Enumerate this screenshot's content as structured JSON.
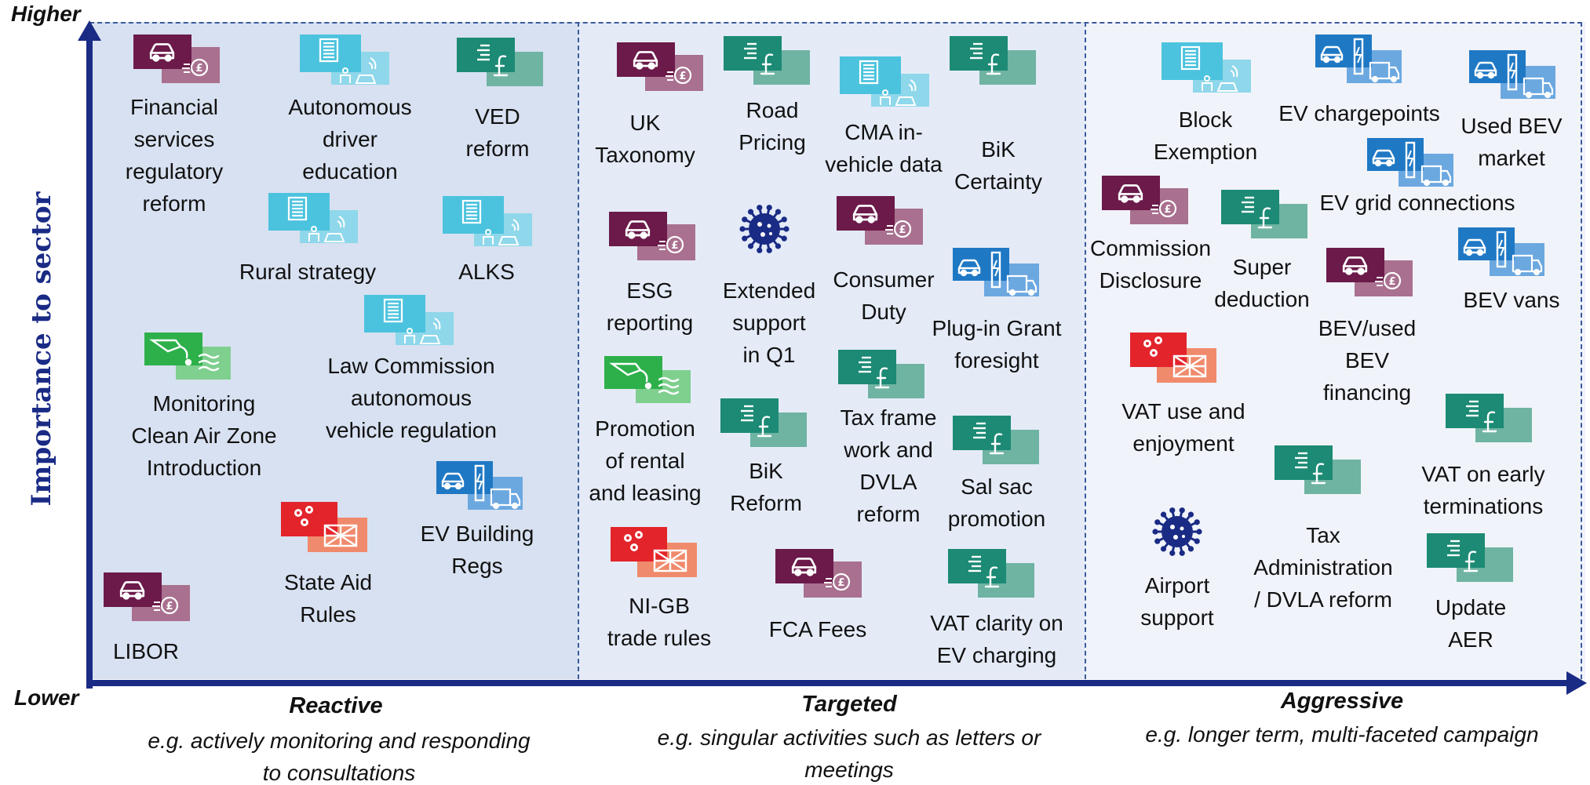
{
  "axes": {
    "y_title": "Importance to sector",
    "y_high": "Higher",
    "y_low": "Lower"
  },
  "categories": [
    {
      "title": "Reactive",
      "desc_l1": "e.g. actively monitoring and responding",
      "desc_l2": "to consultations"
    },
    {
      "title": "Targeted",
      "desc_l1": "e.g. singular activities such as letters or",
      "desc_l2": "meetings"
    },
    {
      "title": "Aggressive",
      "desc_l1": "e.g. longer term, multi-faceted campaign",
      "desc_l2": ""
    }
  ],
  "icon_colors": {
    "finance": [
      "#6b1a4a",
      "#a9708f"
    ],
    "document": [
      "#4cc3de",
      "#8fd7ea"
    ],
    "tax": [
      "#1c8a74",
      "#6fb3a3"
    ],
    "ev": [
      "#1f78c4",
      "#6ca8e0"
    ],
    "clean_air": [
      "#2db04a",
      "#7fcf8f"
    ],
    "trade": [
      "#e3242b",
      "#f08a6c"
    ],
    "virus": [
      "#1a2b85",
      "#1a2b85"
    ]
  },
  "items": {
    "financial_services": {
      "icon": "finance-car-icon",
      "lines": [
        "Financial",
        "services",
        "regulatory",
        "reform"
      ]
    },
    "autonomous_driver": {
      "icon": "document-car-icon",
      "lines": [
        "Autonomous",
        "driver",
        "education"
      ]
    },
    "ved_reform": {
      "icon": "tax-pound-icon",
      "lines": [
        "VED",
        "reform"
      ]
    },
    "rural_strategy": {
      "icon": "document-car-icon",
      "lines": [
        "Rural strategy"
      ]
    },
    "alks": {
      "icon": "document-car-icon",
      "lines": [
        "ALKS"
      ]
    },
    "law_commission": {
      "icon": "document-car-icon",
      "lines": [
        "Law Commission",
        "autonomous",
        "vehicle regulation"
      ]
    },
    "monitoring_caz": {
      "icon": "clean-air-icon",
      "lines": [
        "Monitoring",
        "Clean Air Zone",
        "Introduction"
      ]
    },
    "state_aid": {
      "icon": "trade-flag-icon",
      "lines": [
        "State Aid",
        "Rules"
      ]
    },
    "ev_building_regs": {
      "icon": "ev-charger-icon",
      "lines": [
        "EV Building",
        "Regs"
      ]
    },
    "libor": {
      "icon": "finance-car-icon",
      "lines": [
        "LIBOR"
      ]
    },
    "uk_taxonomy": {
      "icon": "finance-car-icon",
      "lines": [
        "UK",
        "Taxonomy"
      ]
    },
    "road_pricing": {
      "icon": "tax-pound-icon",
      "lines": [
        "Road",
        "Pricing"
      ]
    },
    "cma_data": {
      "icon": "document-car-icon",
      "lines": [
        "CMA in-",
        "vehicle data"
      ]
    },
    "bik_certainty": {
      "icon": "tax-pound-icon",
      "lines": [
        "BiK",
        "Certainty"
      ]
    },
    "esg_reporting": {
      "icon": "finance-car-icon",
      "lines": [
        "ESG",
        "reporting"
      ]
    },
    "extended_support": {
      "icon": "virus-icon",
      "lines": [
        "Extended",
        "support",
        "in Q1"
      ]
    },
    "consumer_duty": {
      "icon": "finance-car-icon",
      "lines": [
        "Consumer",
        "Duty"
      ]
    },
    "plugin_grant": {
      "icon": "ev-charger-icon",
      "lines": [
        "Plug-in Grant",
        "foresight"
      ]
    },
    "promotion_rental": {
      "icon": "clean-air-icon",
      "lines": [
        "Promotion",
        "of rental",
        "and leasing"
      ]
    },
    "bik_reform": {
      "icon": "tax-pound-icon",
      "lines": [
        "BiK",
        "Reform"
      ]
    },
    "tax_framework": {
      "icon": "tax-pound-icon",
      "lines": [
        "Tax frame",
        "work and",
        "DVLA",
        "reform"
      ]
    },
    "sal_sac": {
      "icon": "tax-pound-icon",
      "lines": [
        "Sal sac",
        "promotion"
      ]
    },
    "ni_gb": {
      "icon": "trade-flag-icon",
      "lines": [
        "NI-GB",
        "trade rules"
      ]
    },
    "fca_fees": {
      "icon": "finance-car-icon",
      "lines": [
        "FCA Fees"
      ]
    },
    "vat_clarity": {
      "icon": "tax-pound-icon",
      "lines": [
        "VAT clarity on",
        "EV charging"
      ]
    },
    "block_exemption": {
      "icon": "document-car-icon",
      "lines": [
        "Block",
        "Exemption"
      ]
    },
    "ev_chargepoints": {
      "icon": "ev-charger-icon",
      "lines": [
        "EV chargepoints"
      ]
    },
    "used_bev_market": {
      "icon": "ev-charger-icon",
      "lines": [
        "Used BEV",
        "market"
      ]
    },
    "ev_grid": {
      "icon": "ev-charger-icon",
      "lines": [
        "EV grid connections"
      ]
    },
    "commission_disclosure": {
      "icon": "finance-car-icon",
      "lines": [
        "Commission",
        "Disclosure"
      ]
    },
    "super_deduction": {
      "icon": "tax-pound-icon",
      "lines": [
        "Super",
        "deduction"
      ]
    },
    "bev_financing": {
      "icon": "finance-car-icon",
      "lines": [
        "BEV/used",
        "BEV",
        "financing"
      ]
    },
    "bev_vans": {
      "icon": "ev-charger-icon",
      "lines": [
        "BEV vans"
      ]
    },
    "vat_use": {
      "icon": "trade-flag-icon",
      "lines": [
        "VAT use and",
        "enjoyment"
      ]
    },
    "vat_early": {
      "icon": "tax-pound-icon",
      "lines": [
        "VAT on early",
        "terminations"
      ]
    },
    "tax_admin": {
      "icon": "tax-pound-icon",
      "lines": [
        "Tax",
        "Administration",
        "/ DVLA reform"
      ]
    },
    "airport_support": {
      "icon": "virus-icon",
      "lines": [
        "Airport",
        "support"
      ]
    },
    "update_aer": {
      "icon": "tax-pound-icon",
      "lines": [
        "Update",
        "AER"
      ]
    }
  }
}
